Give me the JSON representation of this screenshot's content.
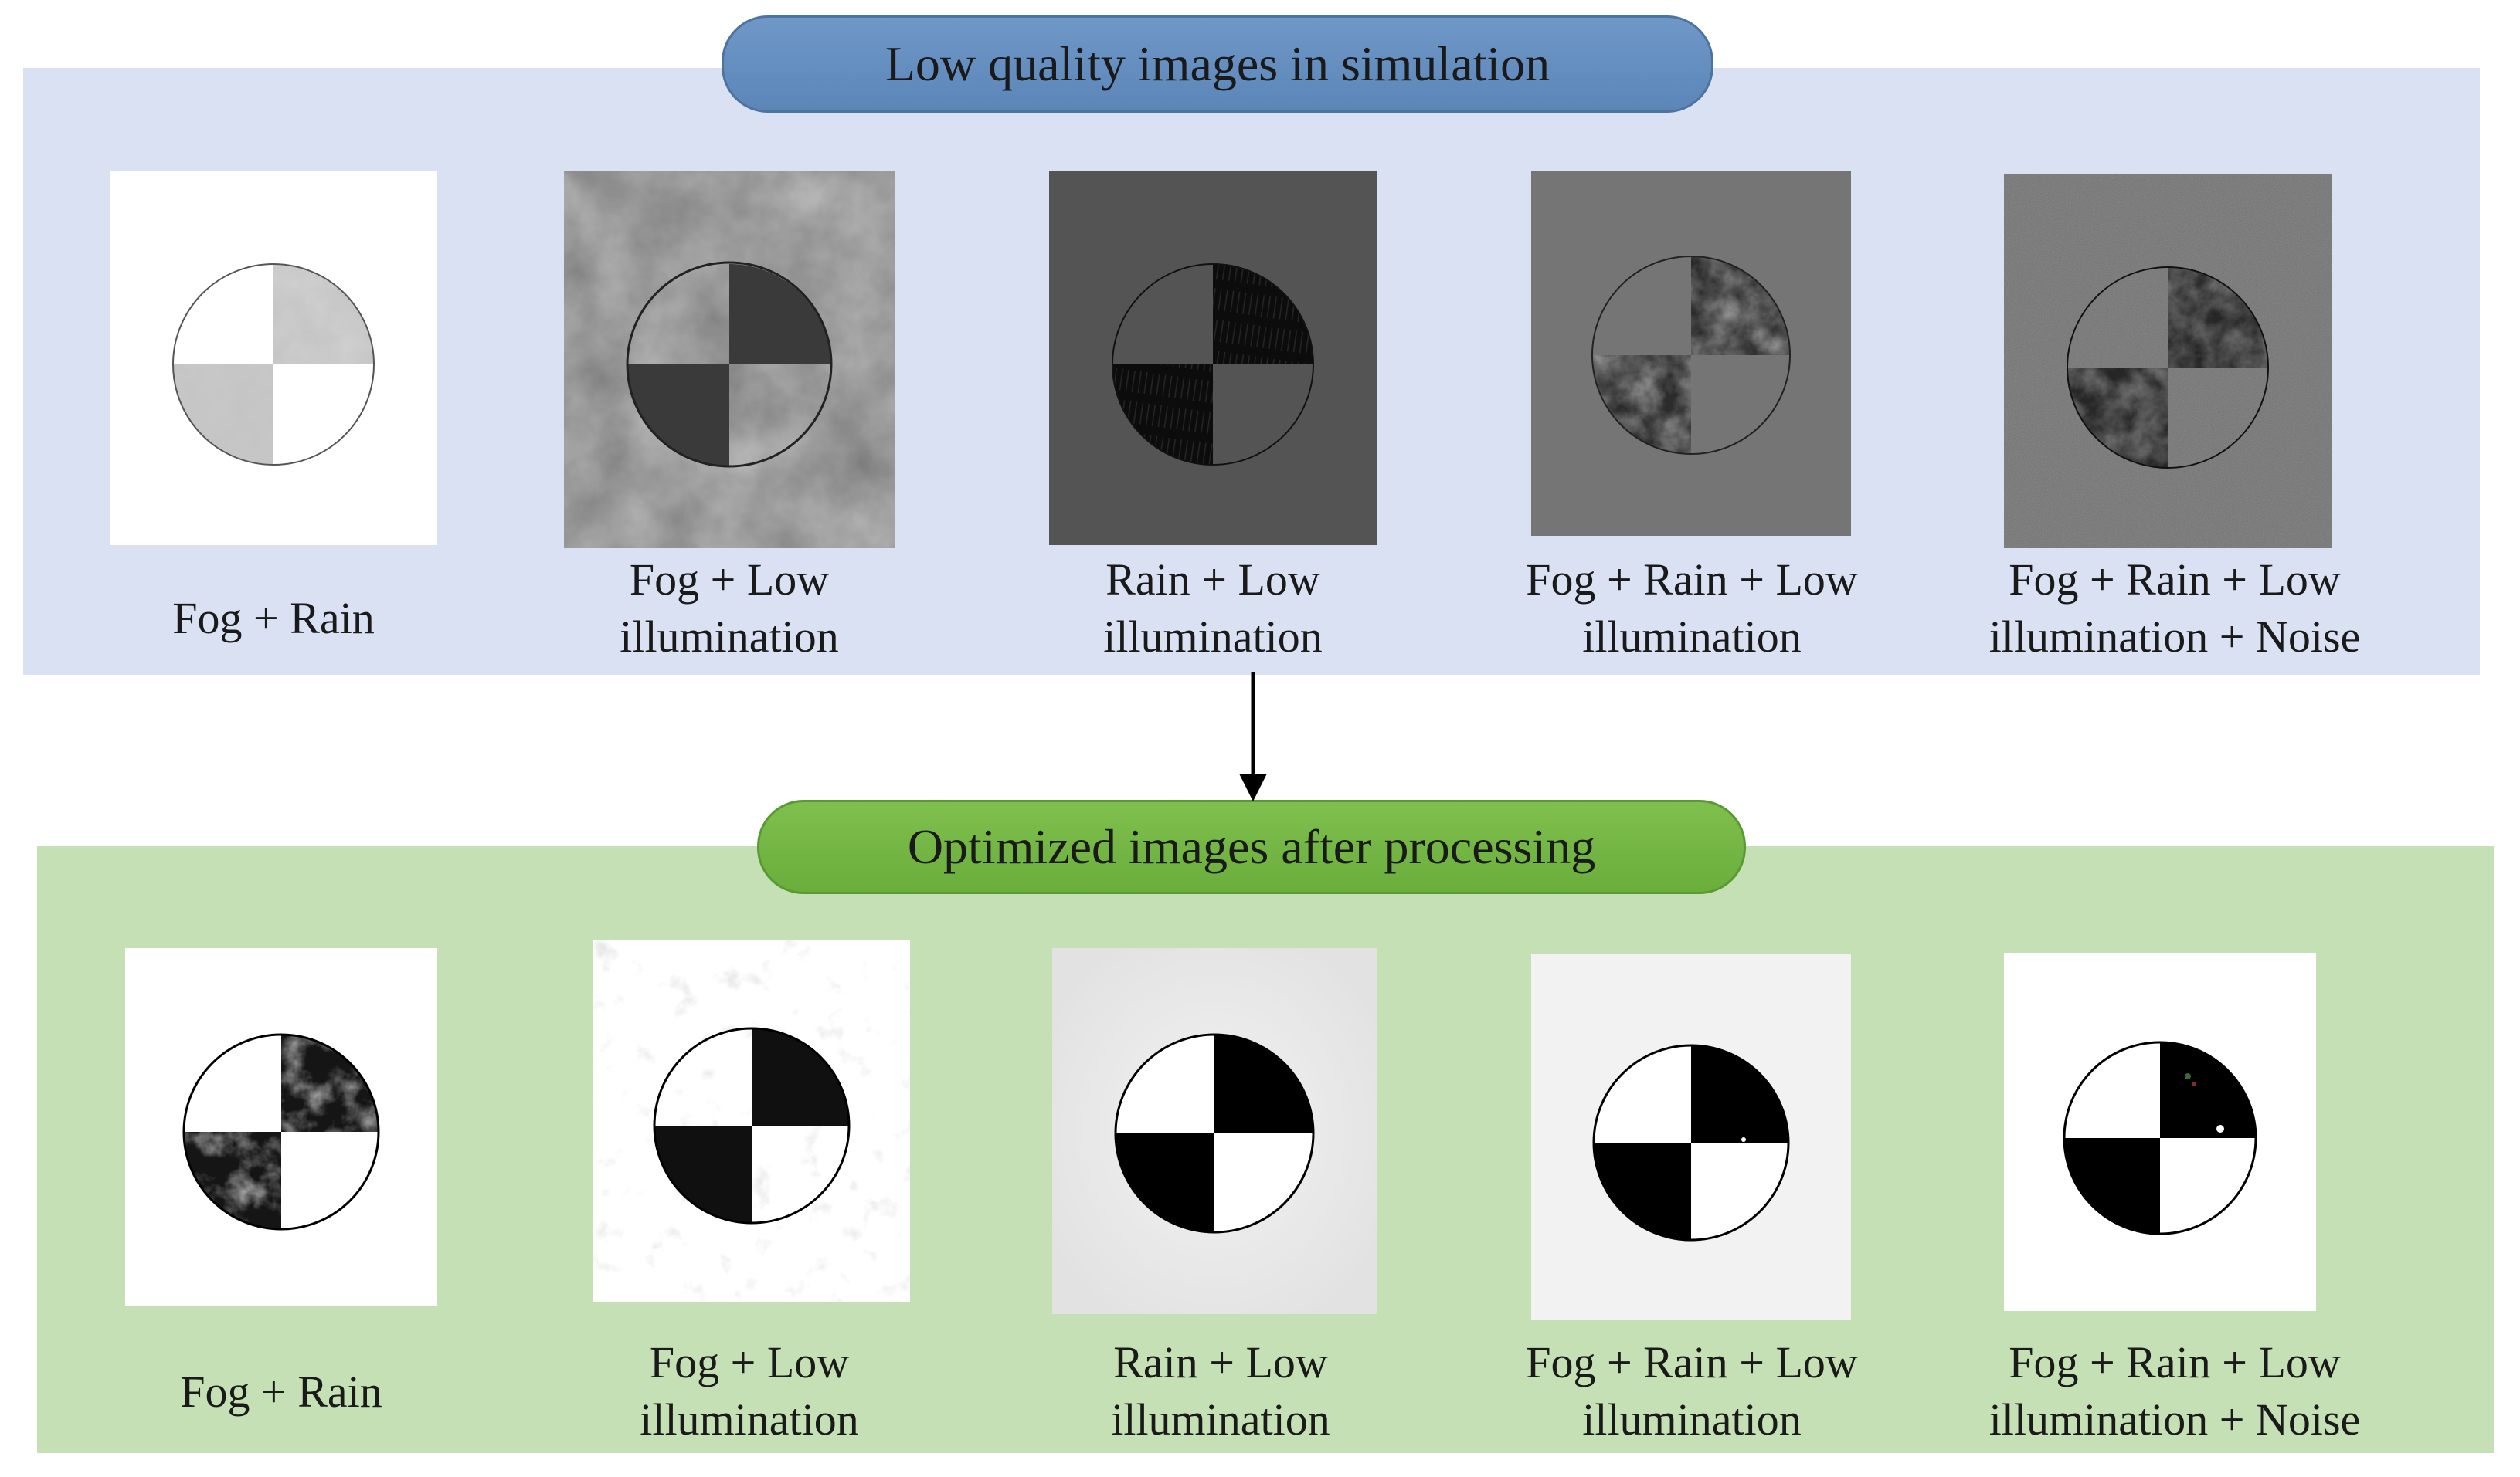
{
  "top_section": {
    "title": "Low quality images in simulation",
    "panel_color": "#d9e1f3",
    "pill_color": "#6a92c4",
    "items": [
      {
        "caption_line1": "Fog + Rain",
        "caption_line2": "",
        "style": "fog-rain-low"
      },
      {
        "caption_line1": "Fog + Low",
        "caption_line2": "illumination",
        "style": "fog-low"
      },
      {
        "caption_line1": "Rain + Low",
        "caption_line2": "illumination",
        "style": "rain-low"
      },
      {
        "caption_line1": "Fog + Rain + Low",
        "caption_line2": "illumination",
        "style": "fog-rain-low-ill"
      },
      {
        "caption_line1": "Fog + Rain + Low",
        "caption_line2": "illumination + Noise",
        "style": "noise-low"
      }
    ]
  },
  "bottom_section": {
    "title": "Optimized images after processing",
    "panel_color": "#c5e0b4",
    "pill_color": "#74b646",
    "items": [
      {
        "caption_line1": "Fog + Rain",
        "caption_line2": "",
        "style": "opt-1"
      },
      {
        "caption_line1": "Fog + Low",
        "caption_line2": "illumination",
        "style": "opt-2"
      },
      {
        "caption_line1": "Rain + Low",
        "caption_line2": "illumination",
        "style": "opt-3"
      },
      {
        "caption_line1": "Fog + Rain + Low",
        "caption_line2": "illumination",
        "style": "opt-4"
      },
      {
        "caption_line1": "Fog + Rain + Low",
        "caption_line2": "illumination + Noise",
        "style": "opt-5"
      }
    ]
  },
  "arrow_color": "#000000"
}
